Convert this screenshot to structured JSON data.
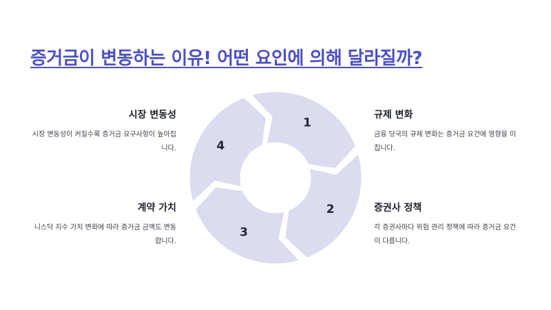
{
  "title": "증거금이 변동하는 이유! 어떤 요인에 의해 달라질까?",
  "colors": {
    "accent": "#4b4fc4",
    "segment_fill": "#dcdcf0",
    "text": "#1f2330"
  },
  "segments": [
    {
      "number": "1",
      "heading": "시장 변동성",
      "description": "시장 변동성이 커질수록 증거금 요구사항이 높아집니다."
    },
    {
      "number": "2",
      "heading": "규제 변화",
      "description": "금융 당국의 규제 변화는 증거금 요건에 영향을 미칩니다."
    },
    {
      "number": "3",
      "heading": "증권사 정책",
      "description": "각 증권사마다 위험 관리 정책에 따라 증거금 요건이 다릅니다."
    },
    {
      "number": "4",
      "heading": "계약 가치",
      "description": "니스닥 지수 가치 변화에 따라 증거금 금액도 변동합니다."
    }
  ]
}
